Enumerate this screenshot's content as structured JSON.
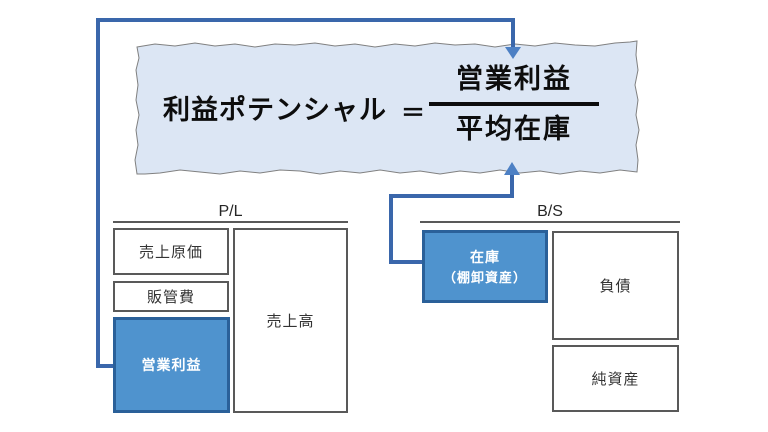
{
  "formula": {
    "label": "利益ポテンシャル",
    "equals": "＝",
    "numerator": "営業利益",
    "denominator": "平均在庫"
  },
  "pl": {
    "title": "P/L",
    "cost_of_sales": "売上原価",
    "sga_expenses": "販管費",
    "operating_profit": "営業利益",
    "sales": "売上高"
  },
  "bs": {
    "title": "B/S",
    "inventory_line1": "在庫",
    "inventory_line2": "（棚卸資産）",
    "liabilities": "負債",
    "net_assets": "純資産"
  },
  "colors": {
    "highlight-fill": "#4f93ce",
    "highlight-border": "#2a6099",
    "connector": "#3a67ab",
    "arrowhead": "#4d80c4",
    "banner-fill": "#dce6f4",
    "box-border": "#595959"
  }
}
